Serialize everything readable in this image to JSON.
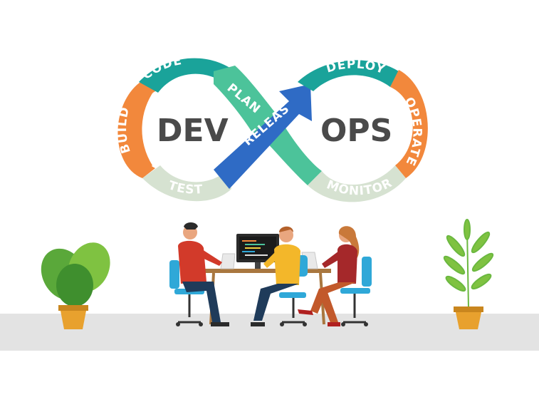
{
  "infinity": {
    "left_word": "DEV",
    "right_word": "OPS",
    "stages": {
      "code": "CODE",
      "build": "BUILD",
      "test": "TEST",
      "plan": "PLAN",
      "release": "RELEASE",
      "deploy": "DEPLOY",
      "operate": "OPERATE",
      "monitor": "MONITOR"
    }
  },
  "colors": {
    "teal": "#1aa39a",
    "orange": "#f2883c",
    "light_green": "#d6e2d1",
    "mint": "#4cc39a",
    "blue": "#2f6bc5",
    "dark_text": "#4a4a4a",
    "floor": "#e3e3e3",
    "pot": "#e8a12e",
    "chair": "#2fa8d8"
  },
  "scene": {
    "people": [
      "developer-red-shirt",
      "developer-yellow-shirt",
      "developer-red-jacket"
    ],
    "objects": [
      "desk",
      "monitor",
      "laptop",
      "plant-left",
      "plant-right"
    ]
  }
}
